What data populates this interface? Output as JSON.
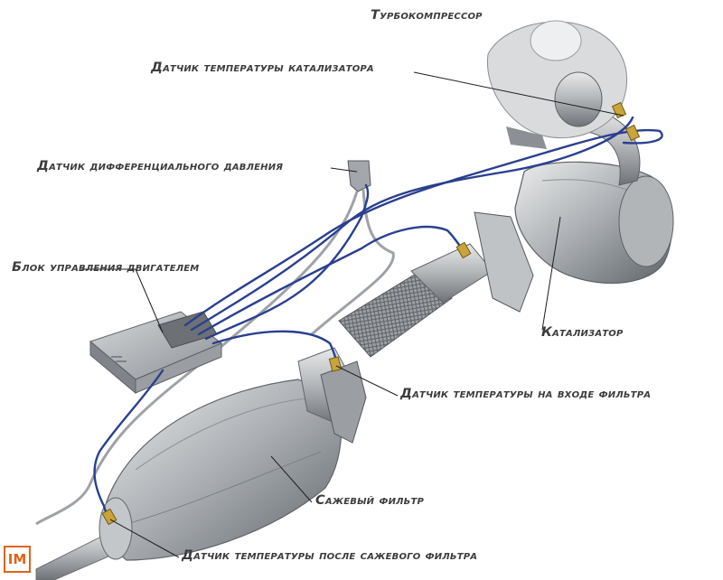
{
  "labels": {
    "turbo": "Турбокомпрессор",
    "catalyst_temp_sensor": "Датчик температуры катализатора",
    "diff_pressure_sensor": "Датчик дифференциального давления",
    "ecu": "Блок управления двигателем",
    "catalyst": "Катализатор",
    "filter_inlet_temp_sensor": "Датчик температуры на входе фильтра",
    "soot_filter": "Сажевый фильтр",
    "after_filter_temp_sensor": "Датчик температуры после сажевого фильтра"
  },
  "logo_text": "IM",
  "colors": {
    "wire": "#2a3f8f",
    "label": "#3c3c3c",
    "logo": "#e0621a",
    "metal": "#b9bcbf"
  }
}
